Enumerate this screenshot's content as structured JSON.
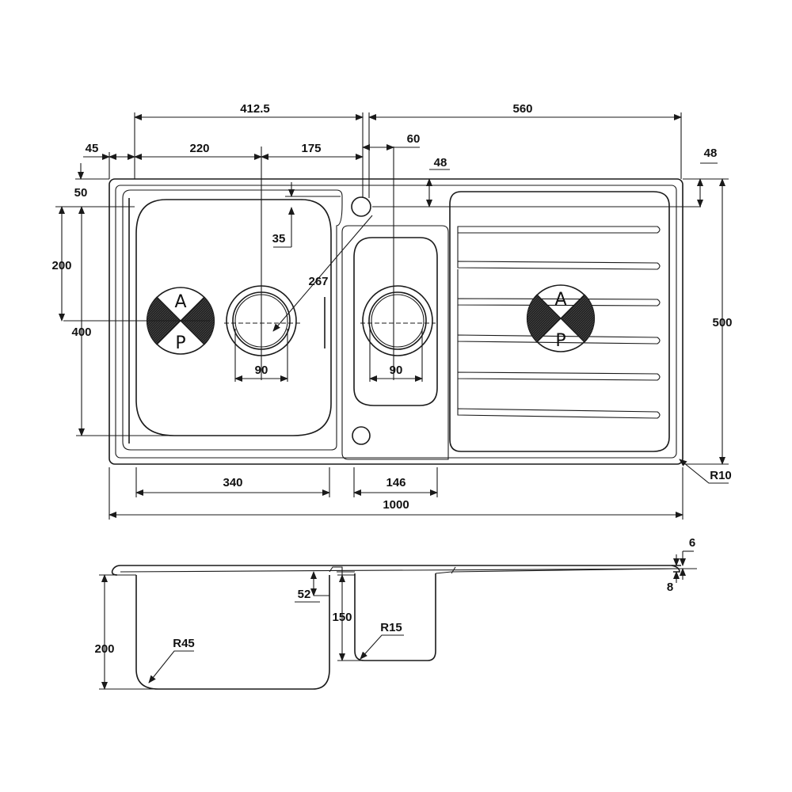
{
  "dimensions": {
    "d_412_5": "412.5",
    "d_560": "560",
    "d_45": "45",
    "d_220": "220",
    "d_175": "175",
    "d_60": "60",
    "d_48_top": "48",
    "d_48_right": "48",
    "d_50": "50",
    "d_35": "35",
    "d_200": "200",
    "d_400": "400",
    "d_267": "267",
    "d_90_left": "90",
    "d_90_right": "90",
    "d_500": "500",
    "d_340": "340",
    "d_146": "146",
    "d_1000": "1000",
    "d_r10": "R10",
    "d_6": "6",
    "d_8": "8",
    "d_52": "52",
    "d_150": "150",
    "d_r15": "R15",
    "d_200_section": "200",
    "d_r45": "R45"
  },
  "symbols": {
    "left_top": "A",
    "left_bottom": "P",
    "right_top": "A",
    "right_bottom": "P"
  }
}
